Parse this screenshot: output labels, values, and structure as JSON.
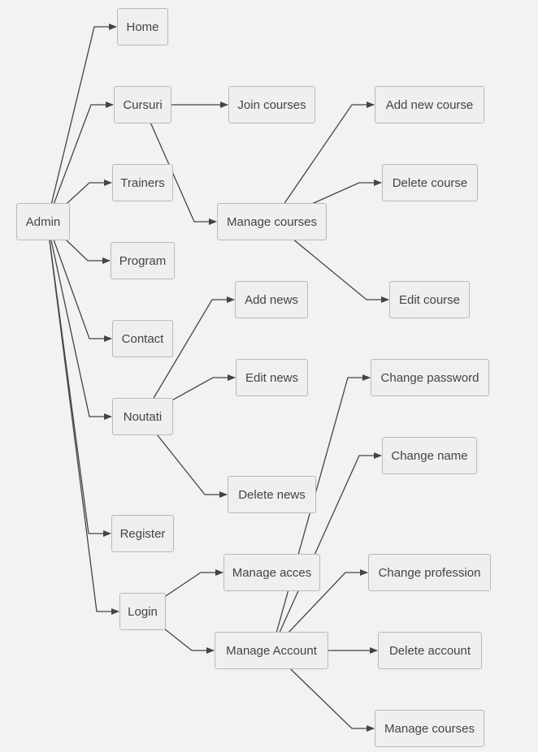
{
  "colors": {
    "background": "#f2f2f2",
    "node_fill": "#efefef",
    "node_border": "#b9b9b9",
    "text": "#444444",
    "edge": "#444444"
  },
  "nodes": {
    "admin": "Admin",
    "home": "Home",
    "cursuri": "Cursuri",
    "trainers": "Trainers",
    "program": "Program",
    "contact": "Contact",
    "noutati": "Noutati",
    "register": "Register",
    "login": "Login",
    "join_courses": "Join courses",
    "manage_courses": "Manage courses",
    "add_news": "Add news",
    "edit_news": "Edit news",
    "delete_news": "Delete news",
    "manage_acces": "Manage acces",
    "manage_account": "Manage Account",
    "add_new_course": "Add new course",
    "delete_course": "Delete course",
    "edit_course": "Edit course",
    "change_password": "Change password",
    "change_name": "Change name",
    "change_profession": "Change profession",
    "delete_account": "Delete account",
    "account_manage_courses": "Manage courses"
  },
  "edges": [
    [
      "admin",
      "home"
    ],
    [
      "admin",
      "cursuri"
    ],
    [
      "admin",
      "trainers"
    ],
    [
      "admin",
      "program"
    ],
    [
      "admin",
      "contact"
    ],
    [
      "admin",
      "noutati"
    ],
    [
      "admin",
      "register"
    ],
    [
      "admin",
      "login"
    ],
    [
      "cursuri",
      "join_courses"
    ],
    [
      "cursuri",
      "manage_courses"
    ],
    [
      "manage_courses",
      "add_new_course"
    ],
    [
      "manage_courses",
      "delete_course"
    ],
    [
      "manage_courses",
      "edit_course"
    ],
    [
      "noutati",
      "add_news"
    ],
    [
      "noutati",
      "edit_news"
    ],
    [
      "noutati",
      "delete_news"
    ],
    [
      "login",
      "manage_acces"
    ],
    [
      "login",
      "manage_account"
    ],
    [
      "manage_account",
      "change_password"
    ],
    [
      "manage_account",
      "change_name"
    ],
    [
      "manage_account",
      "change_profession"
    ],
    [
      "manage_account",
      "delete_account"
    ],
    [
      "manage_account",
      "account_manage_courses"
    ]
  ]
}
